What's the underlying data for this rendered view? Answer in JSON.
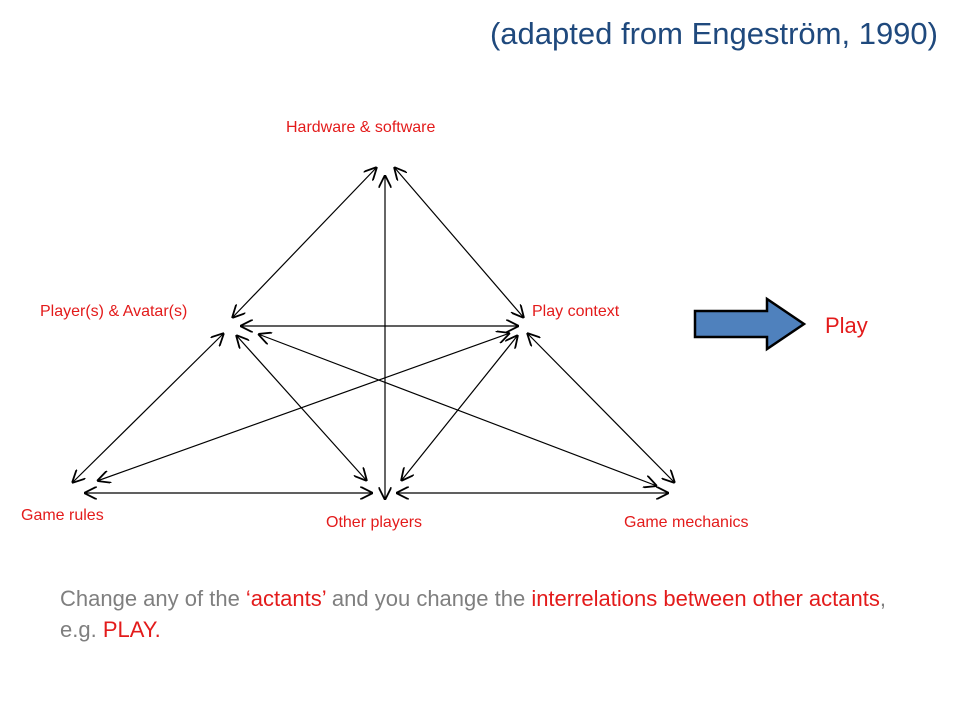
{
  "title": "(adapted from Engeström, 1990)",
  "nodes": {
    "hardware": "Hardware & software",
    "players": "Player(s) & Avatar(s)",
    "context": "Play context",
    "rules": "Game rules",
    "others": "Other players",
    "mechanics": "Game mechanics"
  },
  "outcome": {
    "label": "Play",
    "arrow_fill": "#4f81bd",
    "arrow_stroke": "#000000"
  },
  "caption": {
    "p1": "Change any of the ",
    "p2": "‘actants’",
    "p3": " and you change the ",
    "p4": "interrelations between other actants",
    "p5": ", e.g. ",
    "p6": "PLAY."
  },
  "colors": {
    "title": "#1f497d",
    "labels": "#e31b1b",
    "caption": "#7f7f7f"
  }
}
